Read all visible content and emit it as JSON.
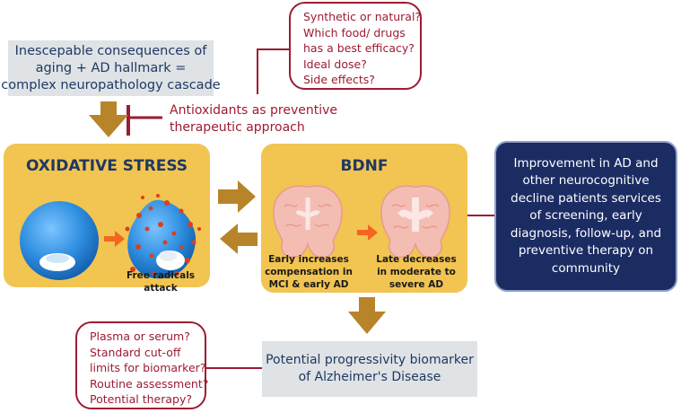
{
  "aging_box": {
    "lines": [
      "Inescepable consequences of",
      "aging + AD hallmark =",
      "complex neuropathology cascade"
    ]
  },
  "top_questions": {
    "lines": [
      "Synthetic or natural?",
      "Which food/ drugs",
      "has a best efficacy?",
      "Ideal dose?",
      "Side effects?"
    ]
  },
  "antioxidants": {
    "lines": [
      "Antioxidants as preventive",
      "therapeutic approach"
    ]
  },
  "oxidative_stress": {
    "title": "OXIDATIVE STRESS",
    "caption": "Free radicals attack"
  },
  "bdnf": {
    "title": "BDNF",
    "early_caption": [
      "Early increases",
      "compensation in",
      "MCI & early AD"
    ],
    "late_caption": [
      "Late decreases",
      "in moderate to",
      "severe AD"
    ]
  },
  "improvement_box": {
    "lines": [
      "Improvement in AD and",
      "other neurocognitive",
      "decline patients services",
      "of screening, early",
      "diagnosis, follow-up, and",
      "preventive therapy on",
      "community"
    ]
  },
  "bottom_questions": {
    "lines": [
      "Plasma or serum?",
      "Standard cut-off",
      "limits for biomarker?",
      "Routine assessment?",
      "Potential therapy?"
    ]
  },
  "biomarker_box": {
    "lines": [
      "Potential progressivity biomarker",
      "of Alzheimer's Disease"
    ]
  },
  "colors": {
    "panel_yellow": "#f2c451",
    "arrow_brown": "#b8842a",
    "inhibit_red": "#9e1b32",
    "navy": "#1b2c63",
    "grey_box": "#dfe3e5",
    "sphere_blue": "#2f8fe0",
    "radical_red": "#d9401e",
    "brain_pink": "#f4bdb3",
    "orange_arrow": "#f2661e"
  }
}
